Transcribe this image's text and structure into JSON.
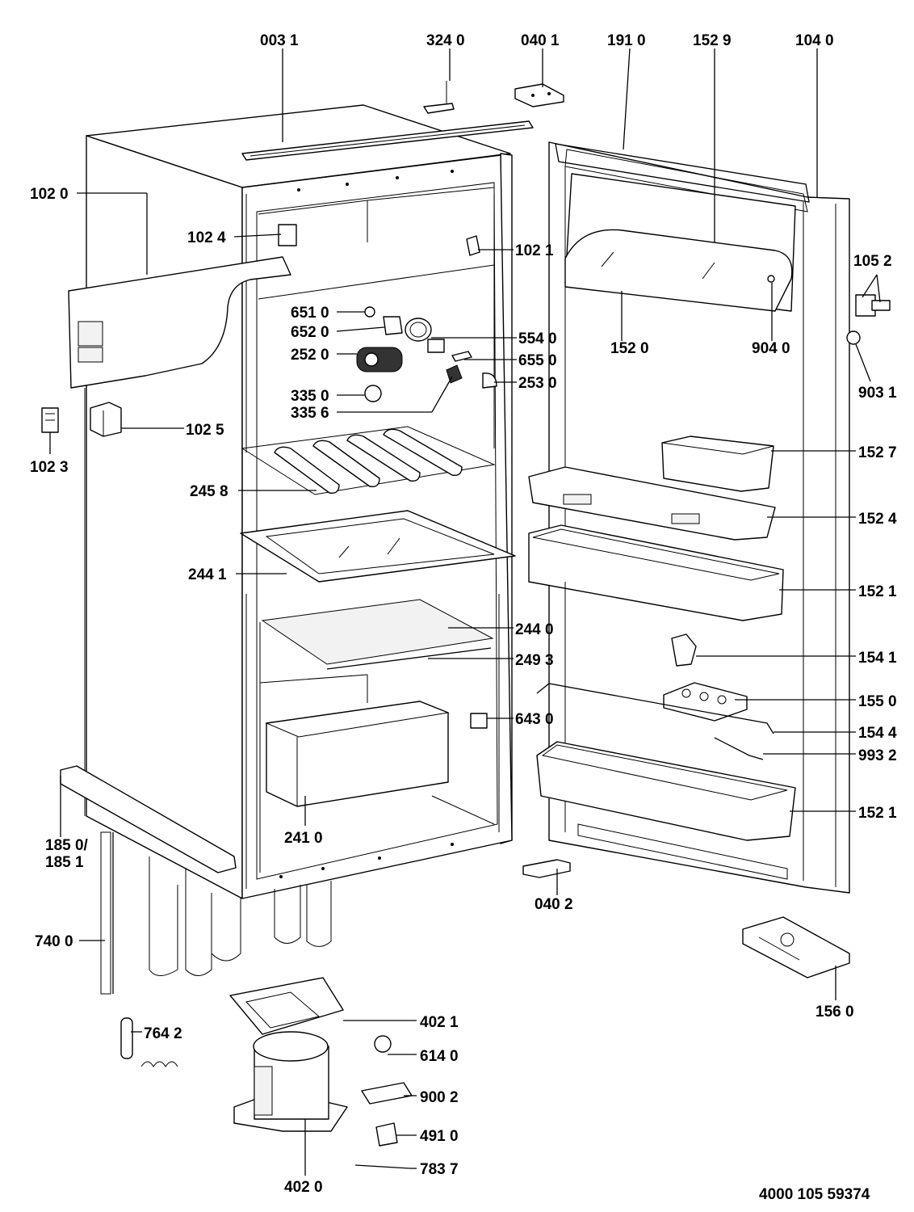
{
  "part_labels": [
    {
      "id": "p0031",
      "text": "003 1"
    },
    {
      "id": "p3240",
      "text": "324 0"
    },
    {
      "id": "p0401",
      "text": "040 1"
    },
    {
      "id": "p1910",
      "text": "191 0"
    },
    {
      "id": "p1529",
      "text": "152 9"
    },
    {
      "id": "p1040",
      "text": "104 0"
    },
    {
      "id": "p1020",
      "text": "102 0"
    },
    {
      "id": "p1024",
      "text": "102 4"
    },
    {
      "id": "p1021",
      "text": "102 1"
    },
    {
      "id": "p1052",
      "text": "105 2"
    },
    {
      "id": "p6510",
      "text": "651 0"
    },
    {
      "id": "p6520",
      "text": "652 0"
    },
    {
      "id": "p5540",
      "text": "554 0"
    },
    {
      "id": "p1520",
      "text": "152 0"
    },
    {
      "id": "p9040",
      "text": "904 0"
    },
    {
      "id": "p2520",
      "text": "252 0"
    },
    {
      "id": "p6550",
      "text": "655 0"
    },
    {
      "id": "p2530",
      "text": "253 0"
    },
    {
      "id": "p9031",
      "text": "903 1"
    },
    {
      "id": "p3350",
      "text": "335 0"
    },
    {
      "id": "p3356",
      "text": "335 6"
    },
    {
      "id": "p1025",
      "text": "102 5"
    },
    {
      "id": "p1023",
      "text": "102 3"
    },
    {
      "id": "p1527",
      "text": "152 7"
    },
    {
      "id": "p2458",
      "text": "245 8"
    },
    {
      "id": "p1524",
      "text": "152 4"
    },
    {
      "id": "p2441",
      "text": "244 1"
    },
    {
      "id": "p1521a",
      "text": "152 1"
    },
    {
      "id": "p2440",
      "text": "244 0"
    },
    {
      "id": "p1541",
      "text": "154 1"
    },
    {
      "id": "p2493",
      "text": "249 3"
    },
    {
      "id": "p1550",
      "text": "155 0"
    },
    {
      "id": "p6430",
      "text": "643 0"
    },
    {
      "id": "p1544",
      "text": "154 4"
    },
    {
      "id": "p9932",
      "text": "993 2"
    },
    {
      "id": "p1521b",
      "text": "152 1"
    },
    {
      "id": "p1850",
      "text": "185 0/"
    },
    {
      "id": "p1851",
      "text": "185 1"
    },
    {
      "id": "p2410",
      "text": "241 0"
    },
    {
      "id": "p0402",
      "text": "040 2"
    },
    {
      "id": "p7400",
      "text": "740 0"
    },
    {
      "id": "p1560",
      "text": "156 0"
    },
    {
      "id": "p4021",
      "text": "402 1"
    },
    {
      "id": "p7642",
      "text": "764 2"
    },
    {
      "id": "p6140",
      "text": "614 0"
    },
    {
      "id": "p9002",
      "text": "900 2"
    },
    {
      "id": "p4910",
      "text": "491 0"
    },
    {
      "id": "p7837",
      "text": "783 7"
    },
    {
      "id": "p4020",
      "text": "402 0"
    }
  ],
  "drawing_number": "4000 105 59374"
}
